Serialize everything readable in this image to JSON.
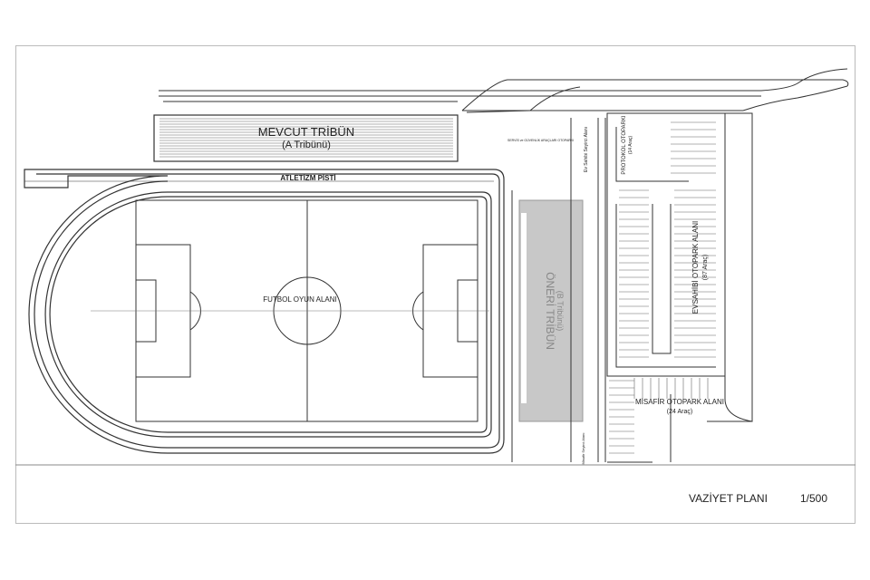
{
  "title": "VAZİYET PLANI",
  "scale": "1/500",
  "labels": {
    "existing_stand": "MEVCUT TRİBÜN",
    "existing_stand_sub": "(A Tribünü)",
    "athletics_track": "ATLETİZM PİSTİ",
    "football_field": "FUTBOL OYUN ALANI",
    "proposed_stand": "ÖNERİ TRİBÜN",
    "proposed_stand_sub": "(B Tribünü)",
    "protocol_parking": "PROTOKOL OTOPARKI",
    "protocol_parking_sub": "(14 Araç)",
    "home_spectators": "Ev Sahibi Seyirci Alanı",
    "home_parking": "EVSAHİBİ OTOPARK ALANI",
    "home_parking_sub": "(87 Araç)",
    "guest_parking": "MİSAFİR OTOPARK ALANI",
    "guest_parking_sub": "(24 Araç)",
    "guest_spectators": "Misafir Seyirci Alanı",
    "service_parking": "SERVİS ve GÜVENLİK ARAÇLARI OTOPARKI"
  },
  "colors": {
    "line": "#333333",
    "stand_fill": "#c8c8c8"
  }
}
